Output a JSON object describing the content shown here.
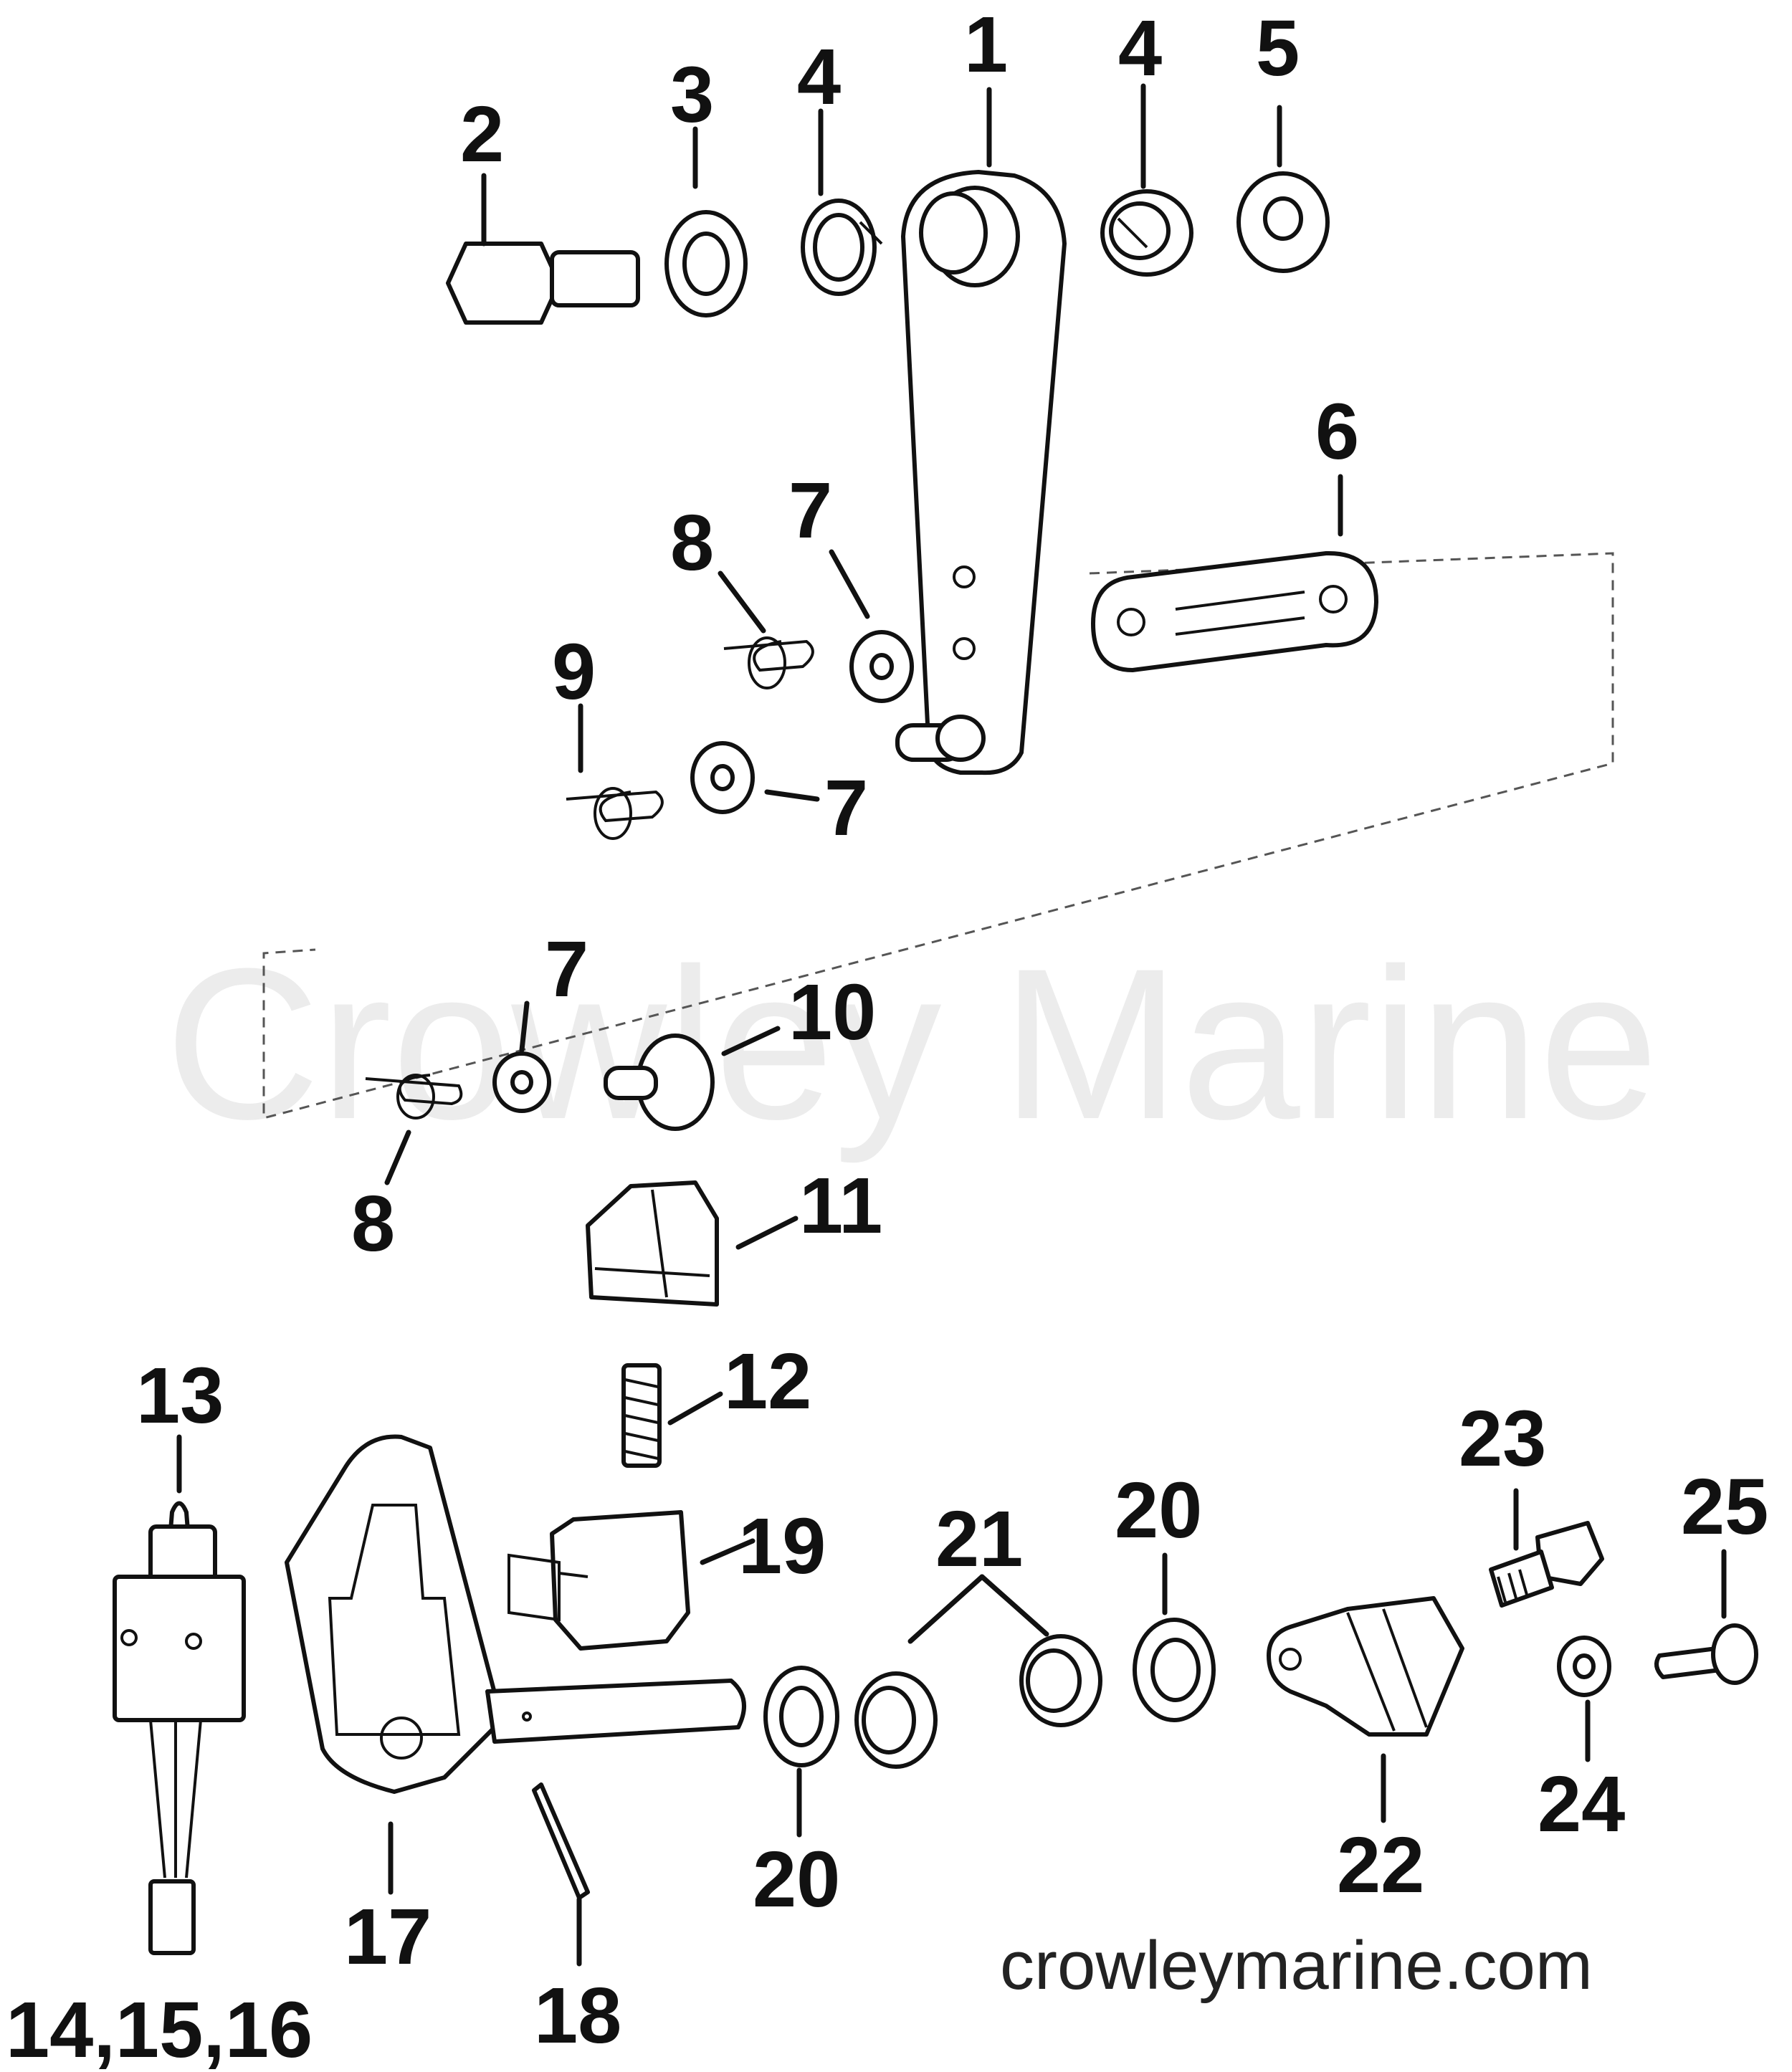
{
  "watermark": "Crowley Marine",
  "website": "crowleymarine.com",
  "callouts": {
    "p1": "1",
    "p2": "2",
    "p3": "3",
    "p4a": "4",
    "p4b": "4",
    "p5": "5",
    "p6": "6",
    "p7a": "7",
    "p7b": "7",
    "p7c": "7",
    "p8a": "8",
    "p8b": "8",
    "p9": "9",
    "p10": "10",
    "p11": "11",
    "p12": "12",
    "p13": "13",
    "p14_16": "14,15,16",
    "p17": "17",
    "p18": "18",
    "p19": "19",
    "p20a": "20",
    "p20b": "20",
    "p21": "21",
    "p22": "22",
    "p23": "23",
    "p24": "24",
    "p25": "25"
  }
}
